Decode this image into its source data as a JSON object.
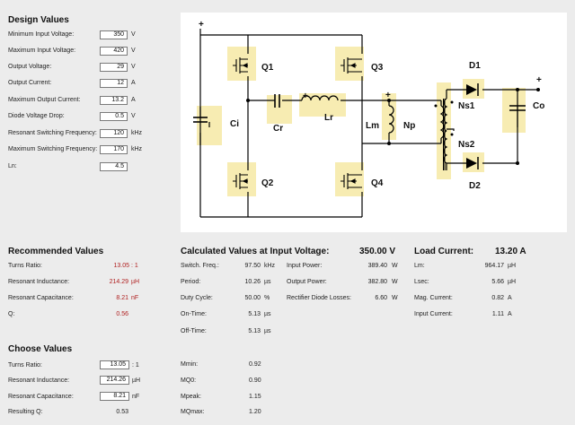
{
  "design": {
    "title": "Design Values",
    "rows": [
      {
        "label": "Minimum Input Voltage:",
        "value": "350",
        "unit": "V"
      },
      {
        "label": "Maximum Input Voltage:",
        "value": "420",
        "unit": "V"
      },
      {
        "label": "Output Voltage:",
        "value": "29",
        "unit": "V"
      },
      {
        "label": "Output Current:",
        "value": "12",
        "unit": "A"
      },
      {
        "label": "Maximum Output Current:",
        "value": "13.2",
        "unit": "A"
      },
      {
        "label": "Diode Voltage Drop:",
        "value": "0.5",
        "unit": "V"
      },
      {
        "label": "Resonant Switching Frequency:",
        "value": "120",
        "unit": "kHz"
      },
      {
        "label": "Maximum Switching Frequency:",
        "value": "170",
        "unit": "kHz"
      },
      {
        "label": "Ln:",
        "value": "4.5",
        "unit": ""
      }
    ]
  },
  "schematic": {
    "labels": {
      "q1": "Q1",
      "q2": "Q2",
      "q3": "Q3",
      "q4": "Q4",
      "ci": "Ci",
      "cr": "Cr",
      "lr": "Lr",
      "lm": "Lm",
      "np": "Np",
      "ns1": "Ns1",
      "ns2": "Ns2",
      "d1": "D1",
      "d2": "D2",
      "co": "Co"
    },
    "plus": "+",
    "highlight": "#f7ecb2"
  },
  "recommended": {
    "title": "Recommended Values",
    "turns_label": "Turns Ratio:",
    "turns_value": "13.05",
    "turns_unit": ": 1",
    "ind_label": "Resonant Inductance:",
    "ind_value": "214.29",
    "ind_unit": "µH",
    "cap_label": "Resonant Capacitance:",
    "cap_value": "8.21",
    "cap_unit": "nF",
    "q_label": "Q:",
    "q_value": "0.56"
  },
  "calculated": {
    "title": "Calculated Values at Input Voltage:",
    "voltage": "350.00 V",
    "left": [
      {
        "label": "Switch. Freq.:",
        "value": "97.50",
        "unit": "kHz"
      },
      {
        "label": "Period:",
        "value": "10.26",
        "unit": "µs"
      },
      {
        "label": "Duty Cycle:",
        "value": "50.00",
        "unit": "%"
      },
      {
        "label": "On-Time:",
        "value": "5.13",
        "unit": "µs"
      },
      {
        "label": "Off-Time:",
        "value": "5.13",
        "unit": "µs"
      }
    ],
    "right": [
      {
        "label": "Input Power:",
        "value": "389.40",
        "unit": "W"
      },
      {
        "label": "Output Power:",
        "value": "382.80",
        "unit": "W"
      },
      {
        "label": "Rectifier Diode Losses:",
        "value": "6.60",
        "unit": "W"
      }
    ]
  },
  "load": {
    "title": "Load Current:",
    "current": "13.20 A",
    "rows": [
      {
        "label": "Lm:",
        "value": "964.17",
        "unit": "µH"
      },
      {
        "label": "Lsec:",
        "value": "5.66",
        "unit": "µH"
      },
      {
        "label": "Mag. Current:",
        "value": "0.82",
        "unit": "A"
      },
      {
        "label": "Input Current:",
        "value": "1.11",
        "unit": "A"
      }
    ]
  },
  "choose": {
    "title": "Choose Values",
    "turns_label": "Turns Ratio:",
    "turns_value": "13.05",
    "turns_unit": ": 1",
    "ind_label": "Resonant Inductance:",
    "ind_value": "214.26",
    "ind_unit": "µH",
    "cap_label": "Resonant Capacitance:",
    "cap_value": "8.21",
    "cap_unit": "nF",
    "q_label": "Resulting Q:",
    "q_value": "0.53",
    "m": [
      {
        "label": "Mmin:",
        "value": "0.92"
      },
      {
        "label": "MQ0:",
        "value": "0.90"
      },
      {
        "label": "Mpeak:",
        "value": "1.15"
      },
      {
        "label": "MQmax:",
        "value": "1.20"
      }
    ]
  }
}
